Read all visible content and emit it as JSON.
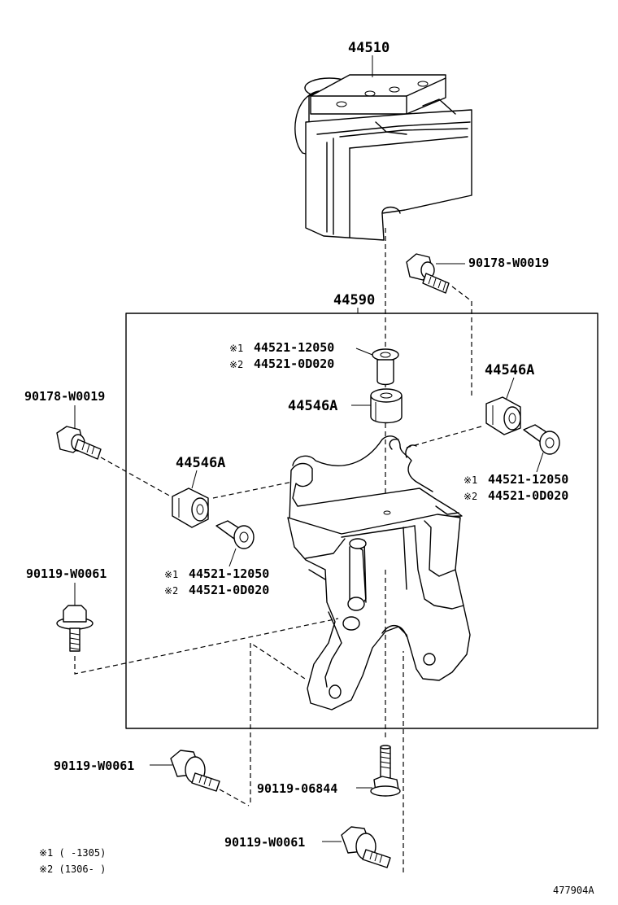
{
  "parts": {
    "actuator": "44510",
    "bracket_assy": "44590",
    "bolt_top_right": "90178-W0019",
    "bolt_left": "90178-W0019",
    "cushion_right": "44546A",
    "cushion_center": "44546A",
    "cushion_left": "44546A",
    "collar_center_1": "44521-12050",
    "collar_center_2": "44521-0D020",
    "collar_right_1": "44521-12050",
    "collar_right_2": "44521-0D020",
    "collar_left_1": "44521-12050",
    "collar_left_2": "44521-0D020",
    "bolt_left_lower": "90119-W0061",
    "bolt_bottom_left": "90119-W0061",
    "bolt_bottom_center": "90119-06844",
    "bolt_bottom": "90119-W0061"
  },
  "marks": {
    "mark1": "※1",
    "mark2": "※2"
  },
  "legend": {
    "line1": "※1 (    -1305)",
    "line2": "※2 (1306-    )"
  },
  "figure_id": "477904A"
}
